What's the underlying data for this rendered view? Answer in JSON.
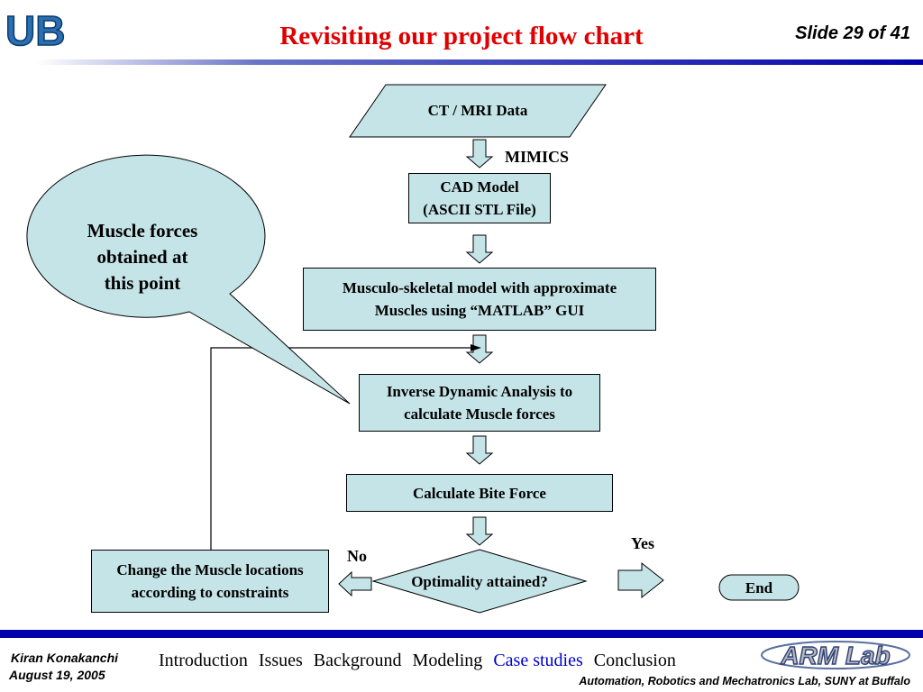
{
  "header": {
    "title": "Revisiting our project flow chart",
    "slide_number": "Slide 29 of 41",
    "logo_text": "UB"
  },
  "flowchart": {
    "ct_mri": "CT / MRI Data",
    "mimics": "MIMICS",
    "cad_line1": "CAD Model",
    "cad_line2": "(ASCII STL File)",
    "musculo_line1": "Musculo-skeletal model with approximate",
    "musculo_line2": "Muscles using “MATLAB” GUI",
    "inverse_line1": "Inverse Dynamic Analysis to",
    "inverse_line2": "calculate Muscle forces",
    "bite_force": "Calculate Bite Force",
    "optimality": "Optimality attained?",
    "no": "No",
    "yes": "Yes",
    "change_line1": "Change the Muscle locations",
    "change_line2": "according to constraints",
    "end": "End"
  },
  "callout": {
    "line1": "Muscle forces",
    "line2": "obtained at",
    "line3": "this point"
  },
  "footer": {
    "author": "Kiran Konakanchi",
    "date": "August 19, 2005",
    "nav": [
      "Introduction",
      "Issues",
      "Background",
      "Modeling",
      "Case studies",
      "Conclusion"
    ],
    "active_nav": "Case studies",
    "lab_logo": "ARM Lab",
    "lab_name": "Automation, Robotics and Mechatronics Lab, SUNY at Buffalo"
  },
  "colors": {
    "title": "#e00000",
    "node_fill": "#c5e4e8",
    "rule_blue": "#0000aa",
    "active_nav": "#0000cc"
  }
}
